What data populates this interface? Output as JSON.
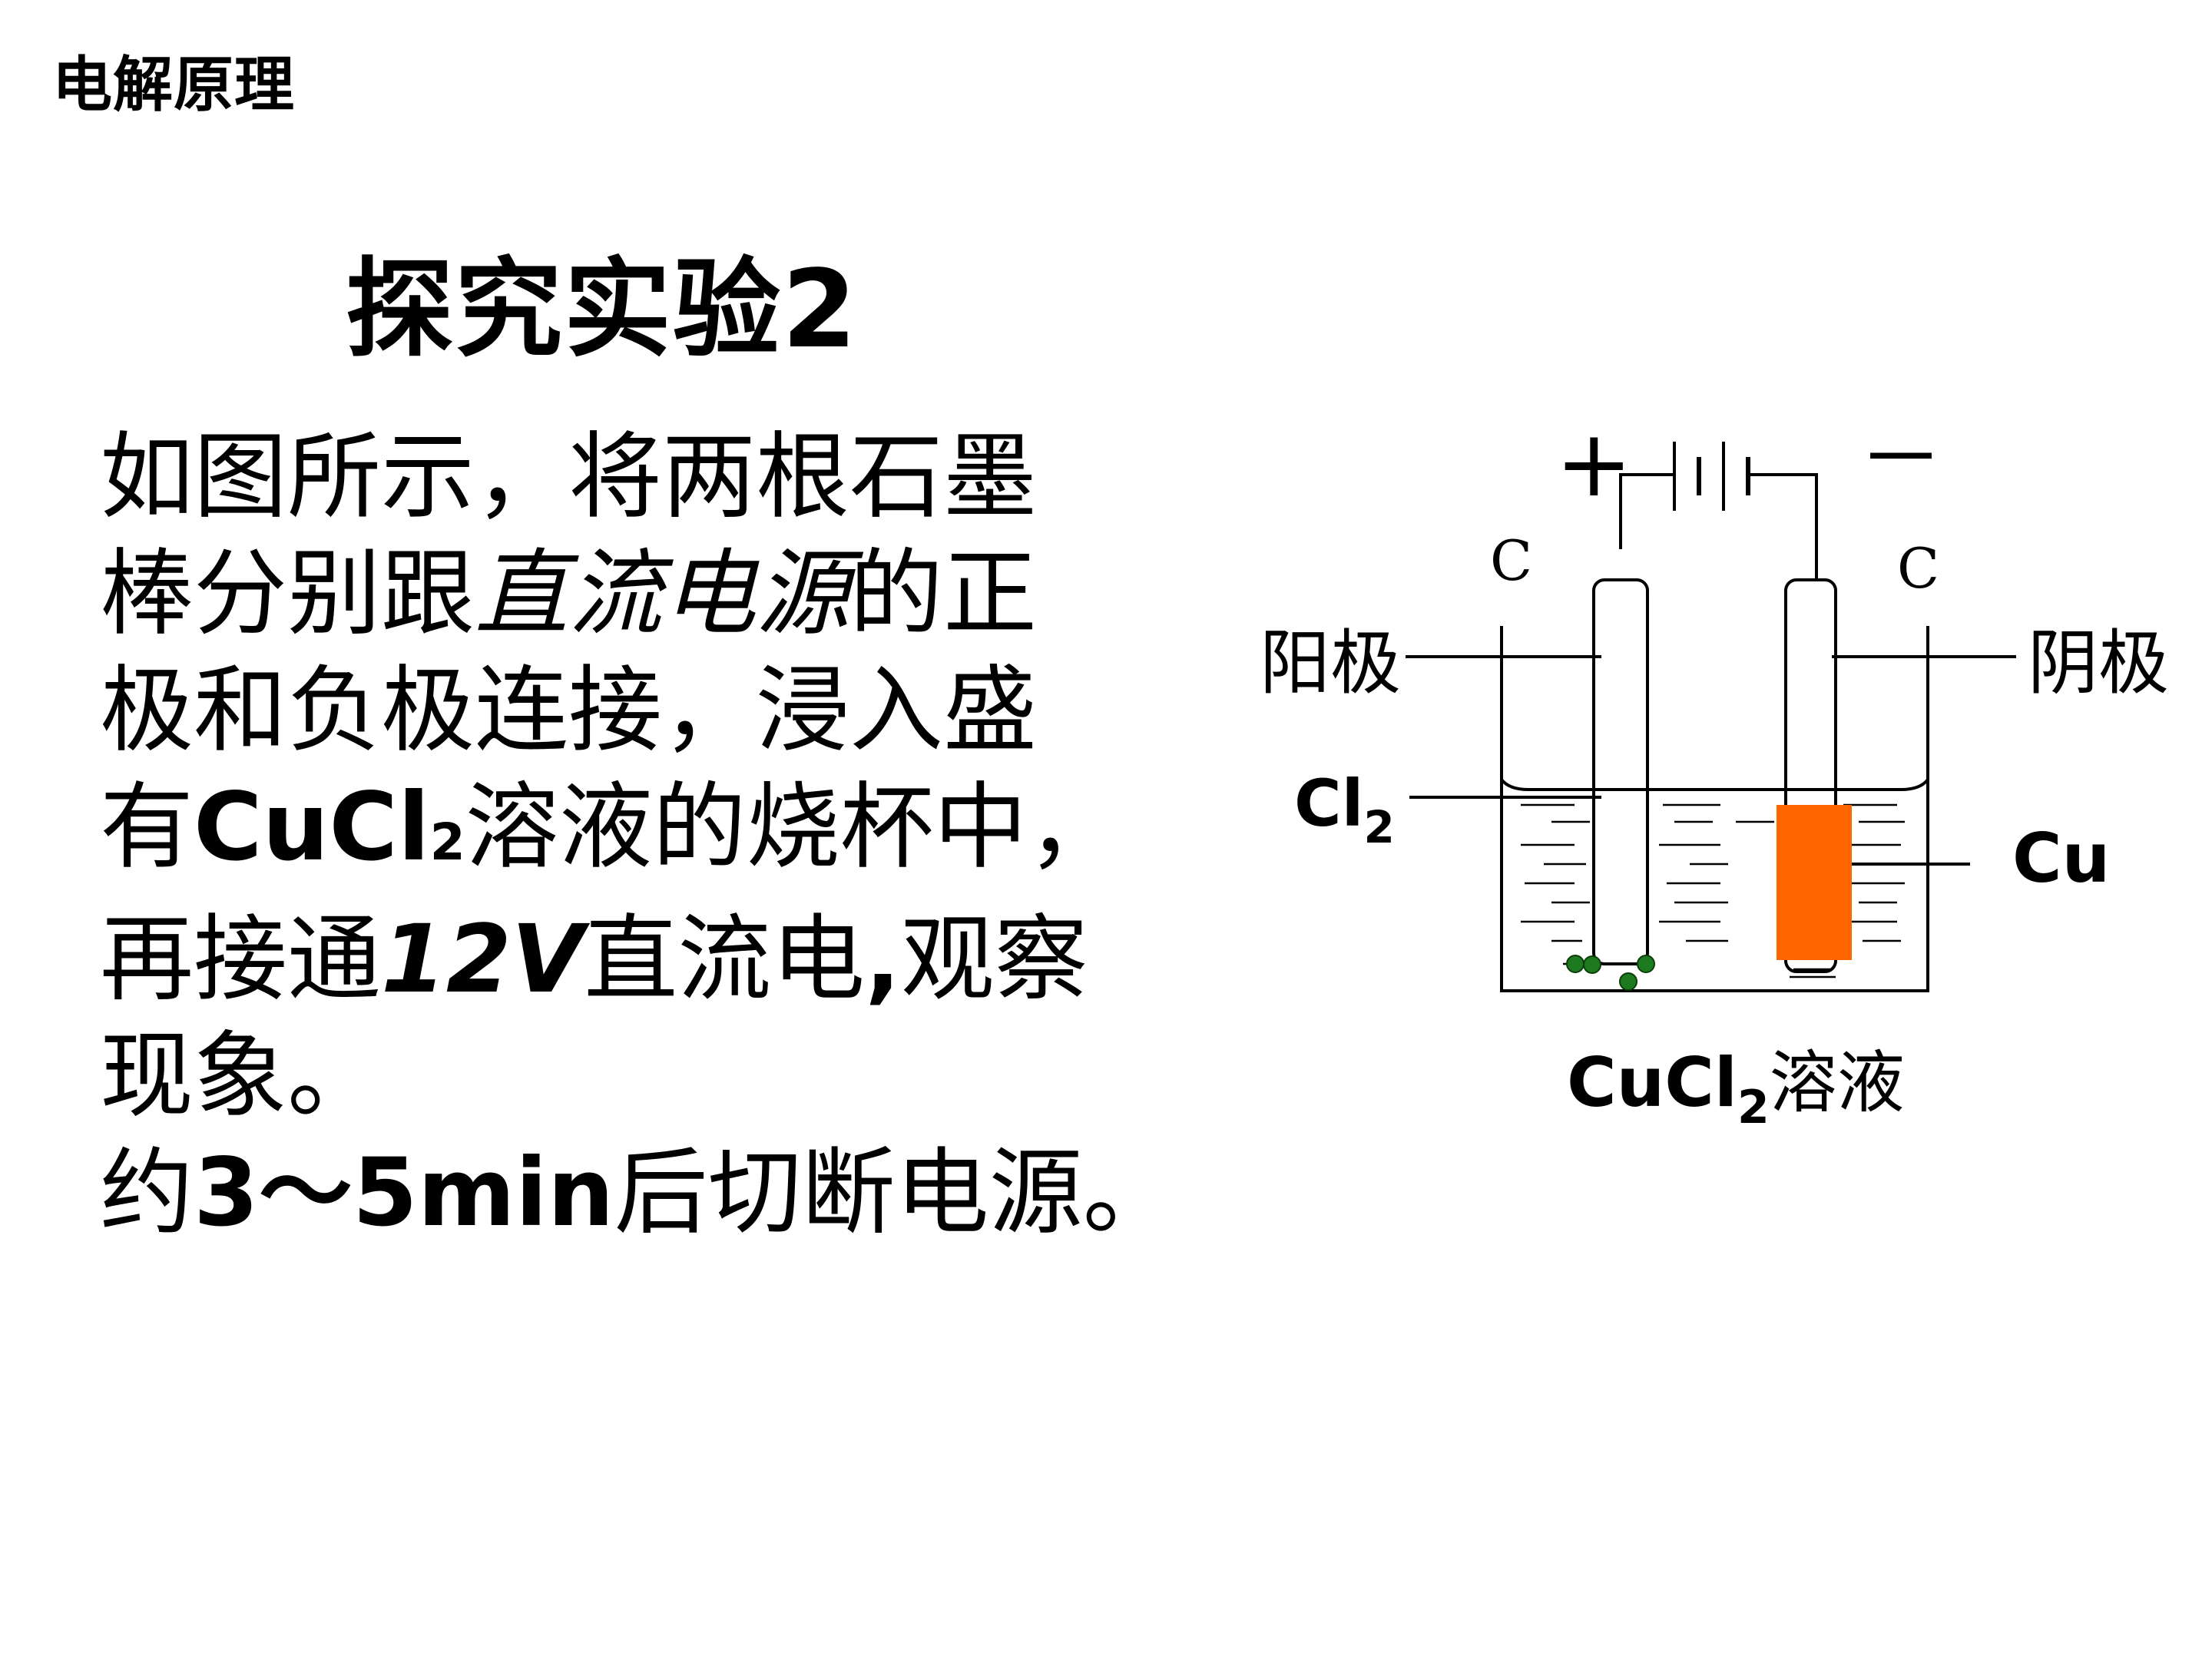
{
  "header": {
    "label": "电解原理"
  },
  "title": "探究实验2",
  "paragraph": {
    "line1": "如图所示，将两根石墨",
    "line2_a": "棒分别跟",
    "line2_em": "直流电源",
    "line2_b": "的正",
    "line3": "极和负极连接，浸入盛",
    "line4_a": "有",
    "line4_formula": "CuCl",
    "line4_sub": "2",
    "line4_b": "溶液的烧杯中，",
    "line5_a": "再接通",
    "line5_voltage": "12V",
    "line5_b": "直流电",
    "line5_comma": ",",
    "line5_c": "观察",
    "line6": "现象。",
    "line7_a": "约",
    "line7_time": "3～5min",
    "line7_b": "后切断电源。"
  },
  "diagram": {
    "plus_sign": "+",
    "minus_sign": "－",
    "left_electrode_material": "C",
    "right_electrode_material": "C",
    "anode_label": "阳极",
    "cathode_label": "阴极",
    "gas_label": "Cl",
    "gas_sub": "2",
    "deposit_label": "Cu",
    "solution_label": "CuCl",
    "solution_sub": "2",
    "solution_suffix": "溶液",
    "colors": {
      "copper_deposit": "#ff6600",
      "chlorine_bubble": "#1e7a1e",
      "line": "#000000"
    }
  }
}
